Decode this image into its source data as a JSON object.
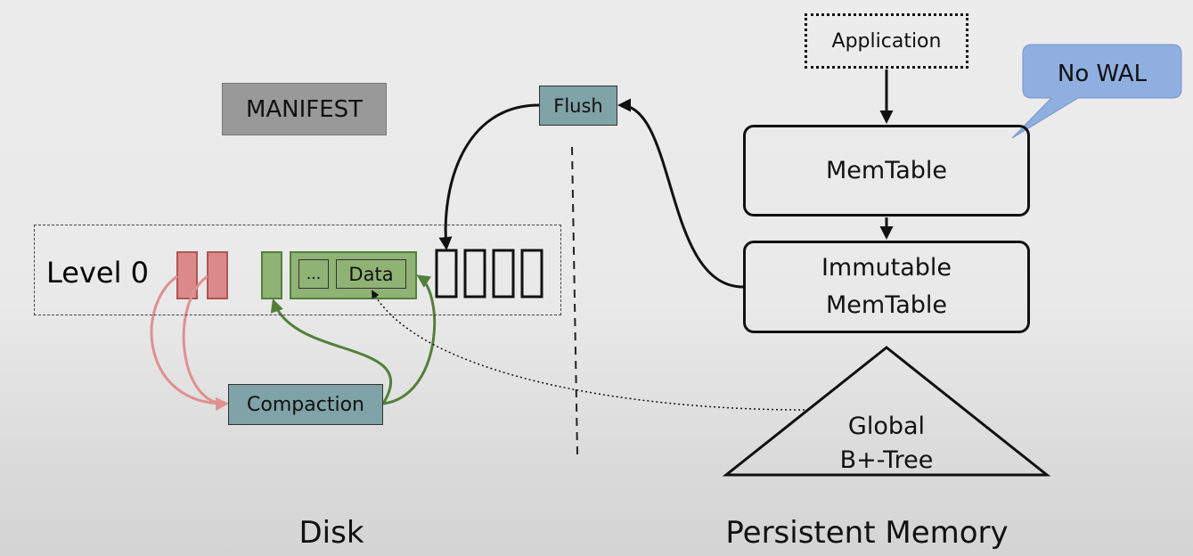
{
  "manifest": {
    "label": "MANIFEST"
  },
  "flush": {
    "label": "Flush"
  },
  "compaction": {
    "label": "Compaction"
  },
  "level0": {
    "label": "Level 0"
  },
  "sstable": {
    "ellipsis": "...",
    "data": "Data"
  },
  "application": {
    "label": "Application"
  },
  "memtable": {
    "label": "MemTable"
  },
  "immutable_memtable": {
    "line1": "Immutable",
    "line2": "MemTable"
  },
  "btree": {
    "line1": "Global",
    "line2": "B+-Tree"
  },
  "callout": {
    "label": "No WAL"
  },
  "sections": {
    "disk": "Disk",
    "persistent_memory": "Persistent Memory"
  },
  "colors": {
    "teal_box": "#7fa3a6",
    "manifest_gray": "#999999",
    "red_file": "#d98a89",
    "green_file": "#8fb275",
    "green_stroke": "#52803a",
    "callout_blue": "#8fafe0"
  }
}
